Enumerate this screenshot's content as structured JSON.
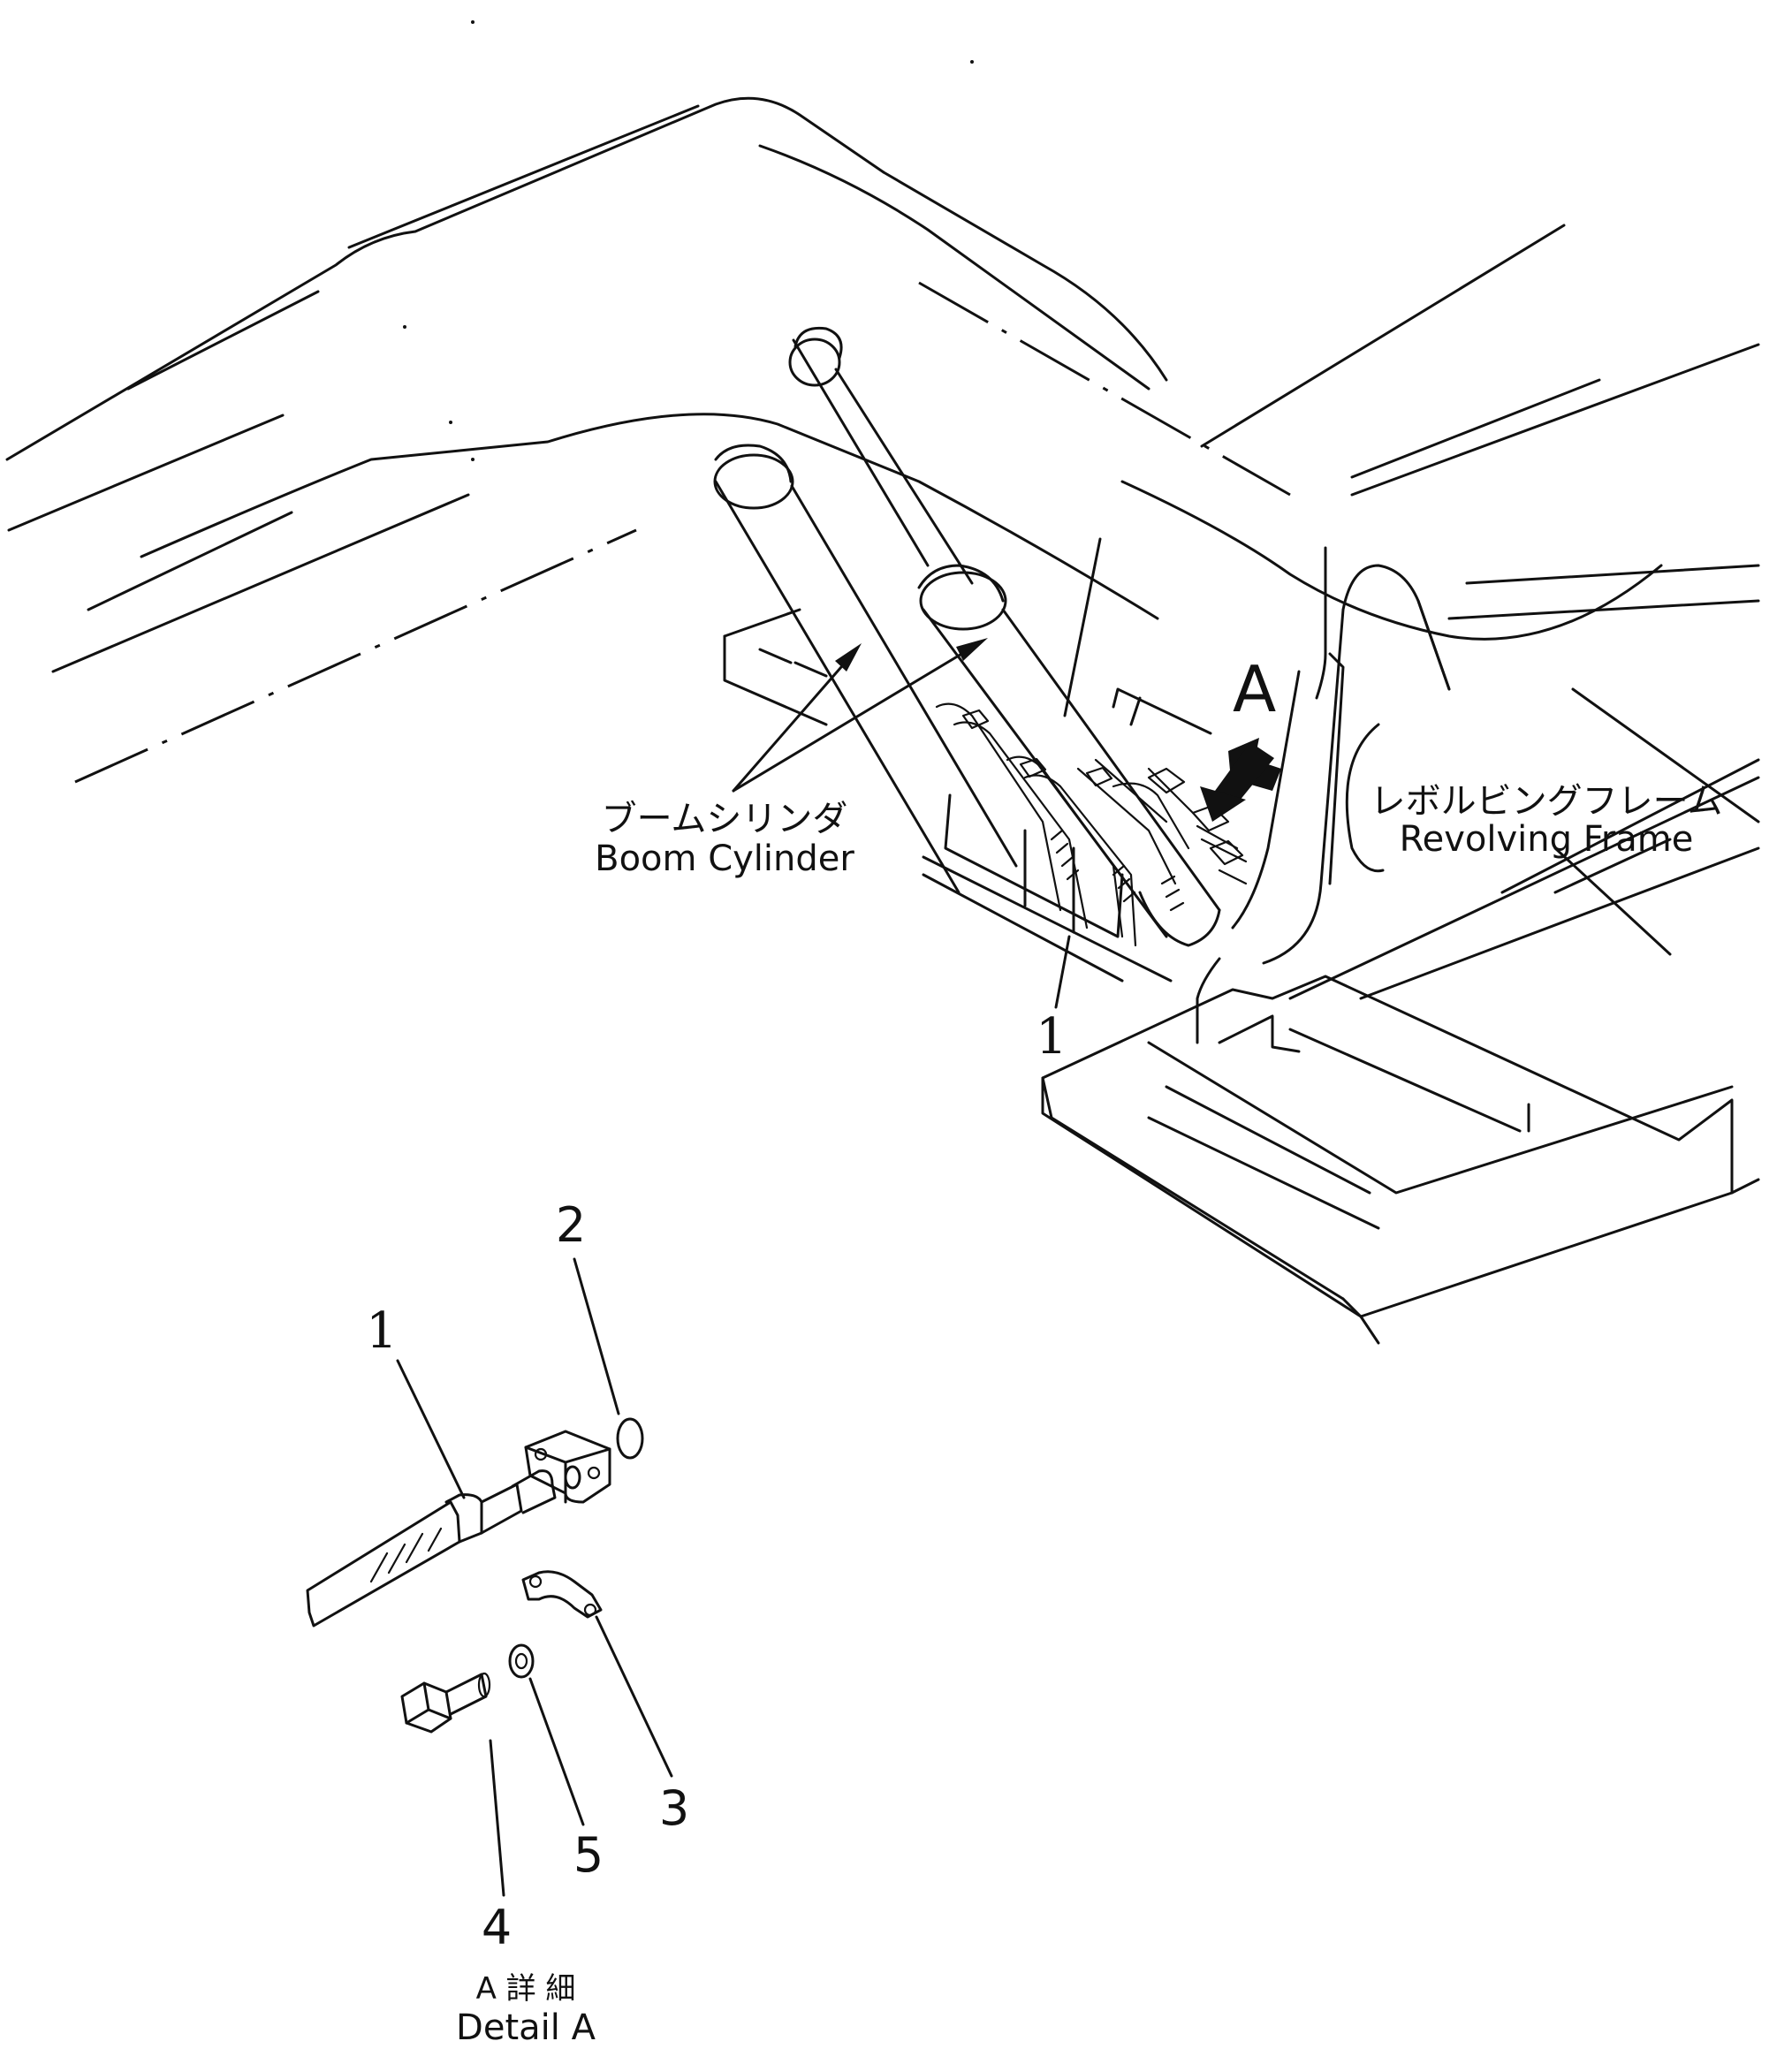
{
  "labels": {
    "boom_cylinder_jp": "ブームシリンダ",
    "boom_cylinder_en": "Boom Cylinder",
    "revolving_frame_jp": "レボルビングフレーム",
    "revolving_frame_en": "Revolving Frame",
    "view_arrow": "A",
    "detail_jp": "A 詳 細",
    "detail_en": "Detail A"
  },
  "callouts": {
    "main_part": "1",
    "part1": "1",
    "part2": "2",
    "part3": "3",
    "part4": "4",
    "part5": "5"
  },
  "icons": {
    "view_arrow": "arrow-down-left-icon"
  }
}
